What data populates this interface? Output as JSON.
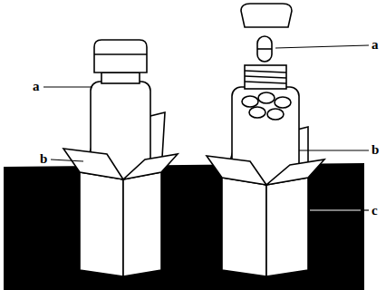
{
  "diagram": {
    "labels": [
      "a",
      "b",
      "a",
      "b",
      "c"
    ]
  }
}
